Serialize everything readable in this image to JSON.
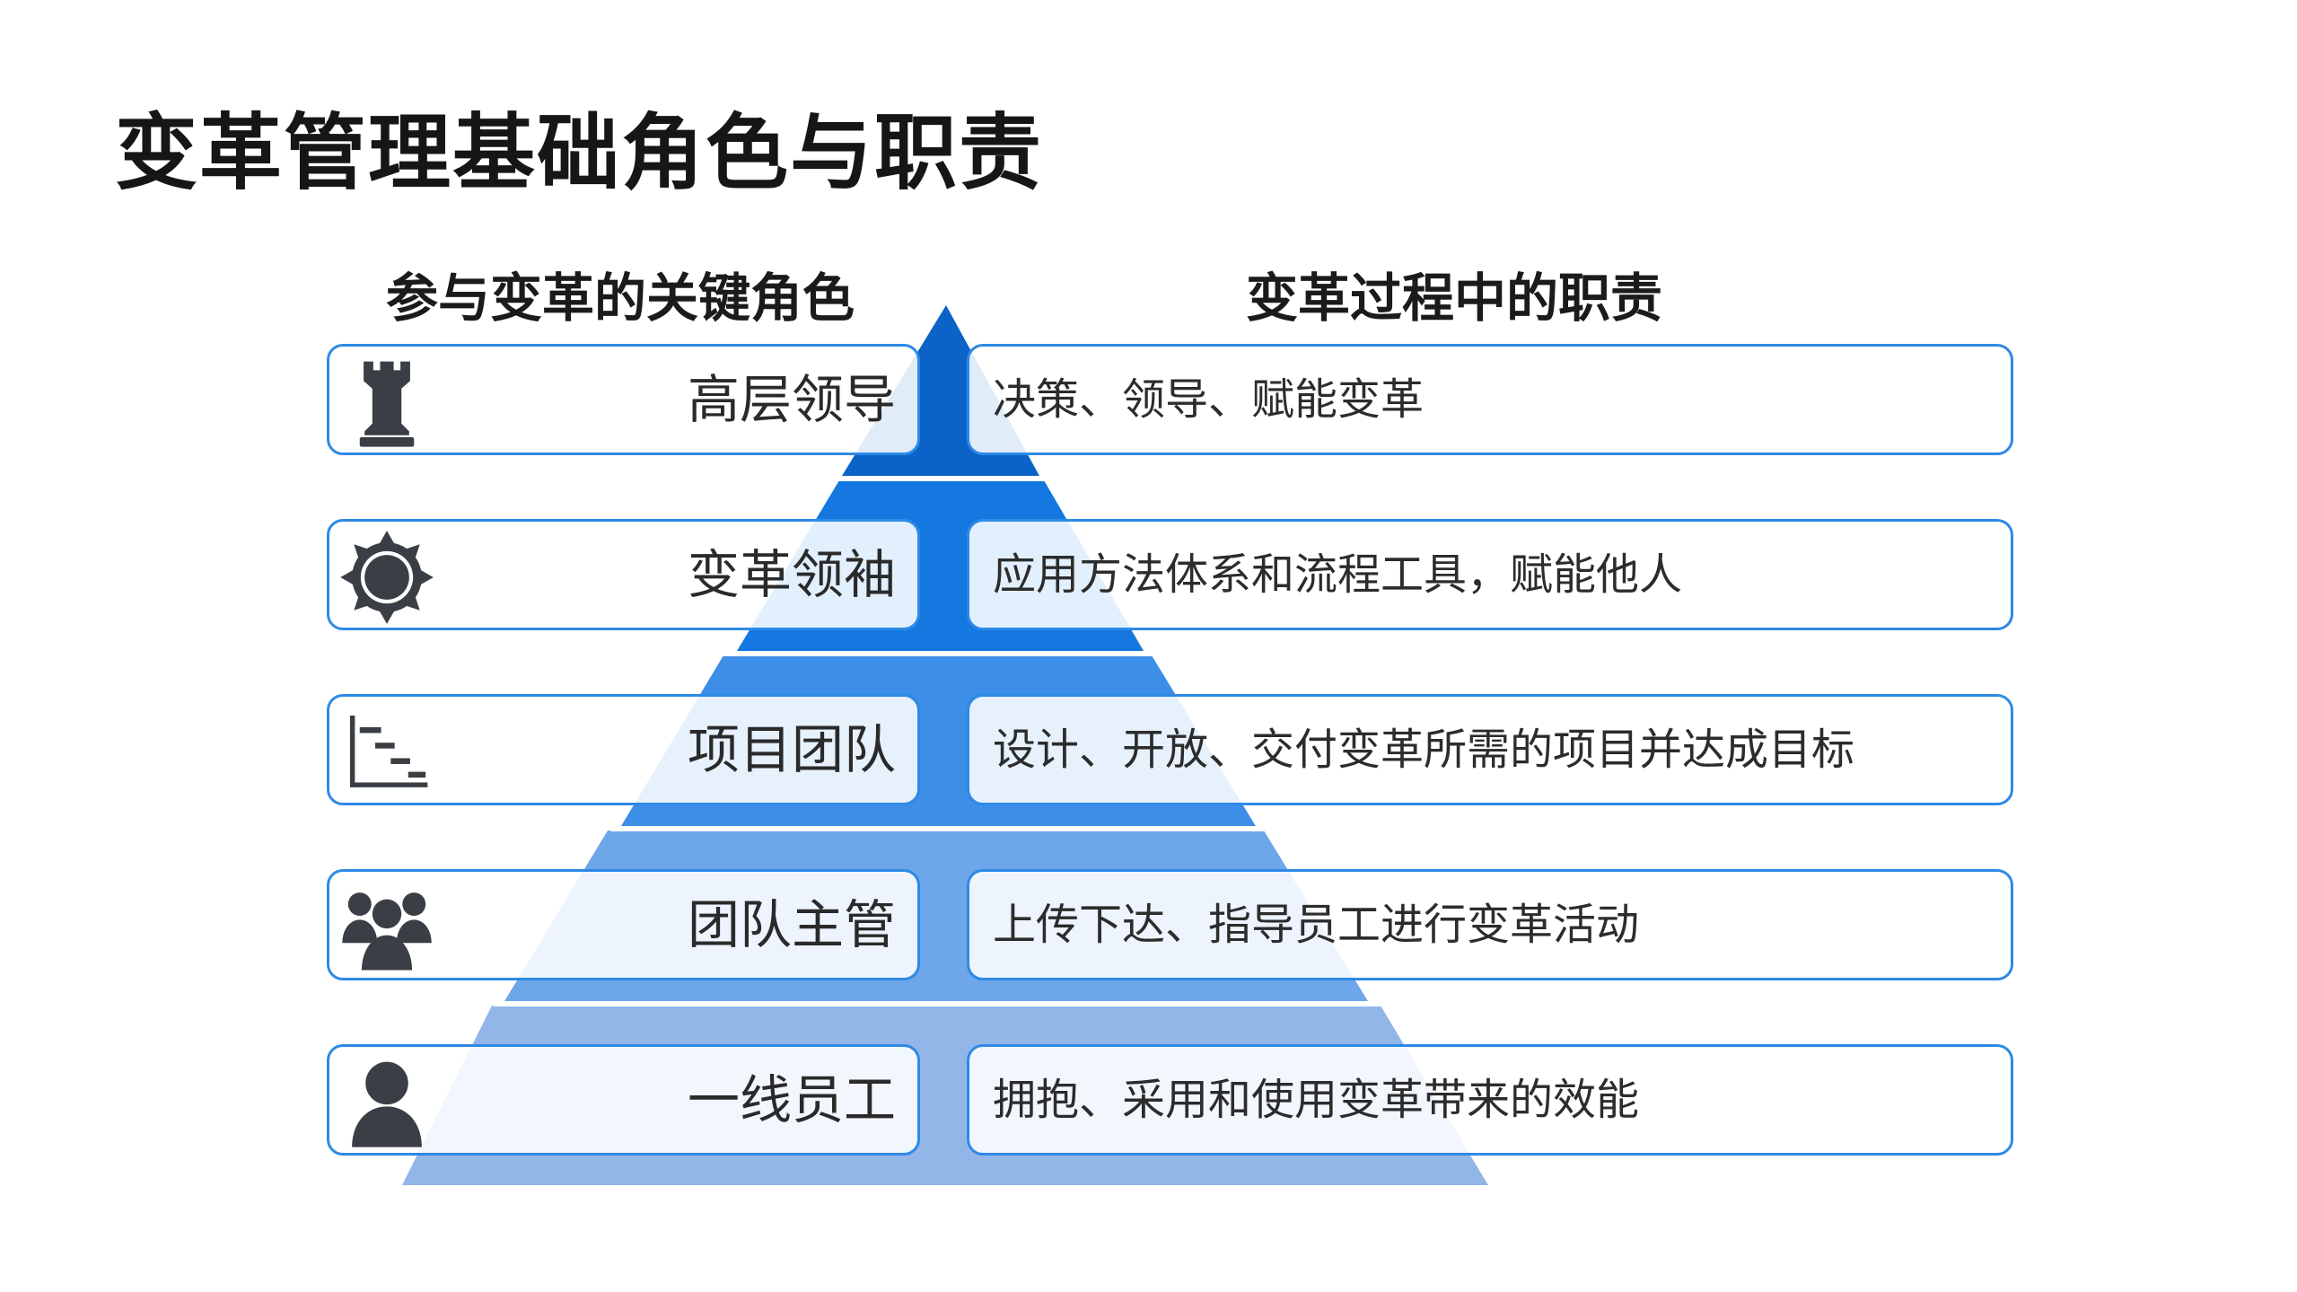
{
  "title": "变革管理基础角色与职责",
  "left_header": "参与变革的关键角色",
  "right_header": "变革过程中的职责",
  "colors": {
    "border": "#2d8ae6",
    "tier1": "#0b63c9",
    "tier2": "#1478e0",
    "tier3": "#3d8ee6",
    "tier4": "#6ea6ea",
    "tier5": "#93b6e8",
    "icon": "#3a3f45"
  },
  "rows": [
    {
      "role": "高层领导",
      "icon": "chess-rook-icon",
      "duty": "决策、领导、赋能变革"
    },
    {
      "role": "变革领袖",
      "icon": "sun-gear-icon",
      "duty": "应用方法体系和流程工具，赋能他人"
    },
    {
      "role": "项目团队",
      "icon": "gantt-steps-icon",
      "duty": "设计、开放、交付变革所需的项目并达成目标"
    },
    {
      "role": "团队主管",
      "icon": "user-group-icon",
      "duty": "上传下达、指导员工进行变革活动"
    },
    {
      "role": "一线员工",
      "icon": "user-icon",
      "duty": "拥抱、采用和使用变革带来的效能"
    }
  ]
}
